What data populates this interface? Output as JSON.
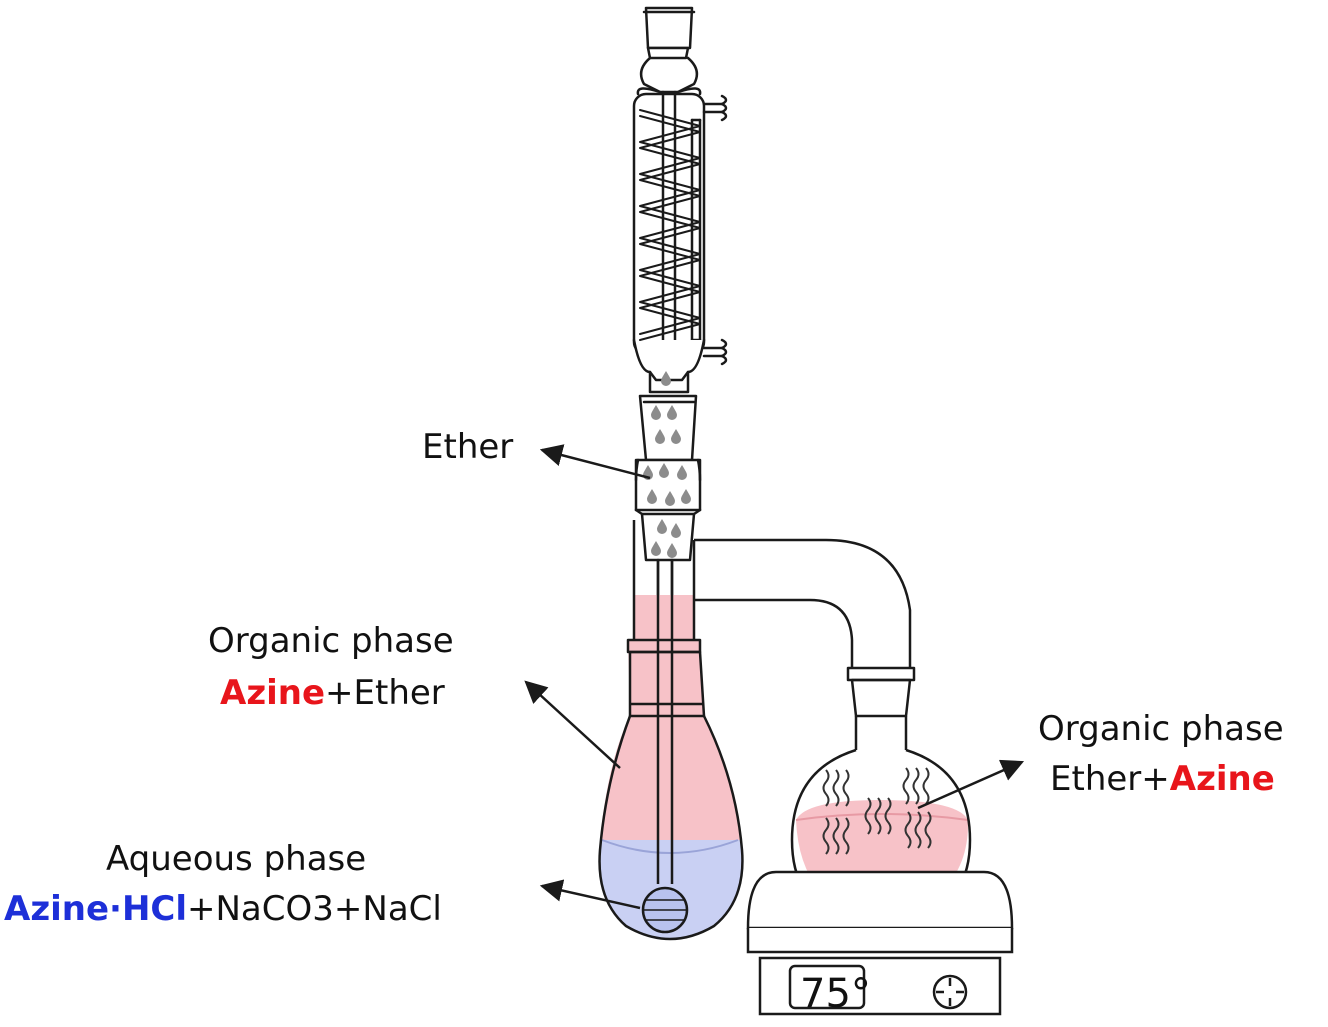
{
  "labels": {
    "ether": "Ether",
    "org_left_title": "Organic phase",
    "org_left_azine": "Azine",
    "org_left_rest": "+Ether",
    "org_right_title": "Organic phase",
    "org_right_pre": "Ether+",
    "org_right_azine": "Azine",
    "aq_title": "Aqueous phase",
    "aq_salt": "Azine·HCl",
    "aq_rest": "+NaCO3+NaCl"
  },
  "hotplate": {
    "temperature": "75°"
  },
  "colors": {
    "organic_phase": "#f7c2c8",
    "aqueous_phase": "#c9d0f3",
    "highlight_red": "#e8151b",
    "highlight_blue": "#1d2fd8",
    "outline": "#1a1a1a",
    "drops": "#8c8c8c"
  }
}
